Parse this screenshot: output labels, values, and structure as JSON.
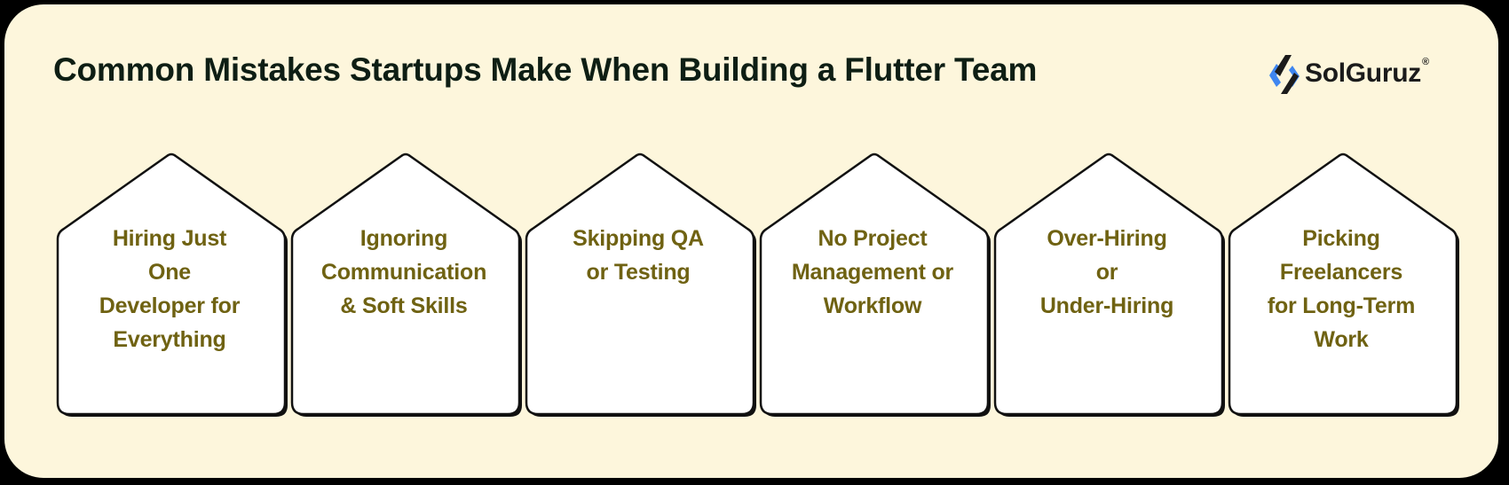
{
  "title": "Common Mistakes Startups Make When Building a Flutter Team",
  "logo": {
    "name": "SolGuruz",
    "registered_mark": "®",
    "icon": "solguruz-brackets-logo-icon",
    "colors": {
      "blue": "#3F86F0",
      "dark": "#1B1B1B"
    }
  },
  "colors": {
    "background": "#FDF6DC",
    "outer": "#000000",
    "title": "#0E1E14",
    "card_fill": "#FFFFFF",
    "card_border": "#111111",
    "card_text": "#6F6212"
  },
  "cards": [
    {
      "label": "Hiring Just One Developer for Everything",
      "lines": [
        "Hiring Just",
        "One",
        "Developer for",
        "Everything"
      ]
    },
    {
      "label": "Ignoring Communication & Soft Skills",
      "lines": [
        "Ignoring",
        "Communication",
        "& Soft Skills"
      ]
    },
    {
      "label": "Skipping QA or Testing",
      "lines": [
        "Skipping QA",
        "or Testing"
      ]
    },
    {
      "label": "No Project Management or Workflow",
      "lines": [
        "No Project",
        "Management or",
        "Workflow"
      ]
    },
    {
      "label": "Over-Hiring or Under-Hiring",
      "lines": [
        "Over-Hiring",
        "or",
        "Under-Hiring"
      ]
    },
    {
      "label": "Picking Freelancers for Long-Term Work",
      "lines": [
        "Picking",
        "Freelancers",
        "for Long-Term",
        "Work"
      ]
    }
  ]
}
